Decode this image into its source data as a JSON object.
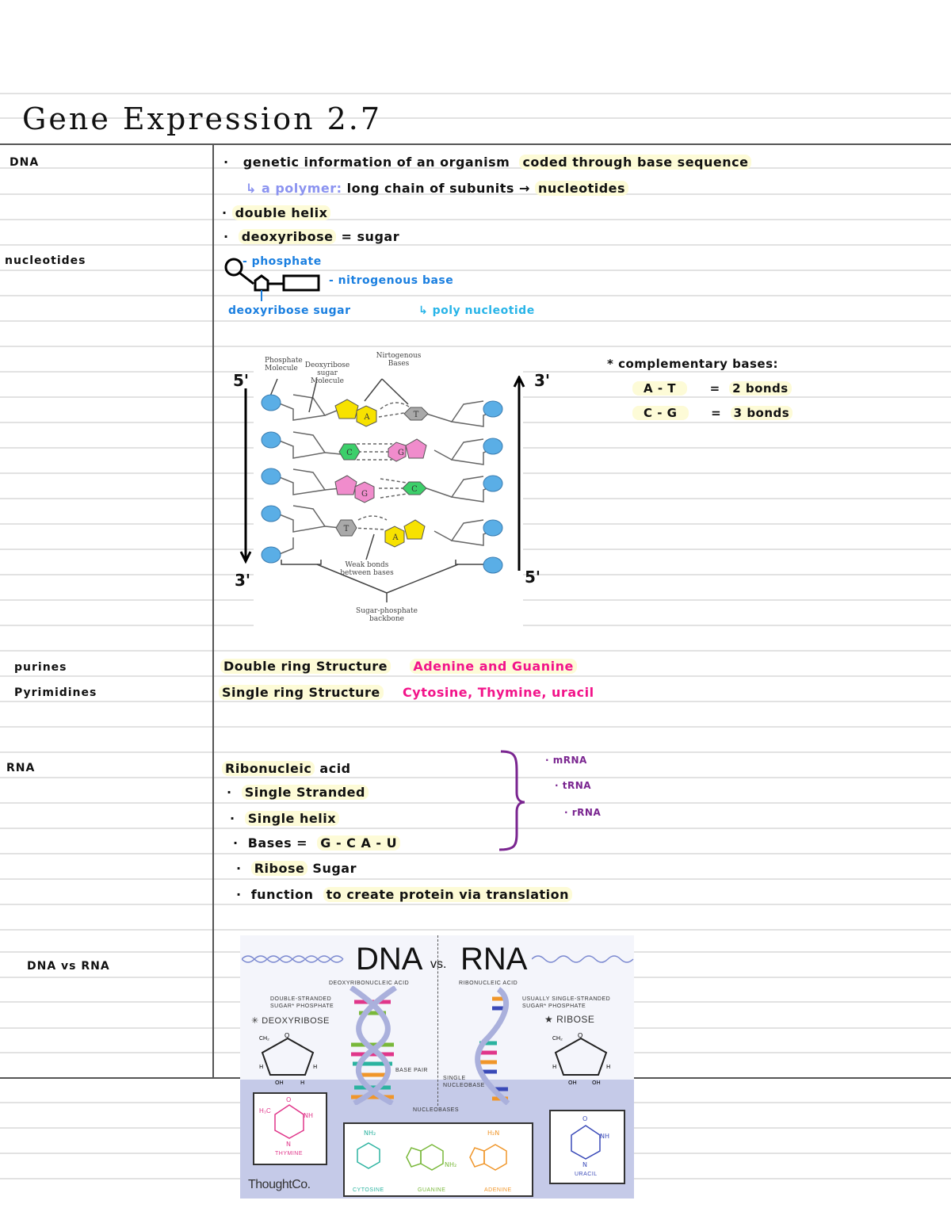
{
  "page": {
    "title": "Gene Expression 2.7"
  },
  "sections": {
    "dna": {
      "cue": "DNA",
      "lines": [
        {
          "bullet": "·",
          "text": "genetic information of an organism",
          "highlight": "coded through base sequence"
        },
        {
          "prefix": "↳ a polymer:",
          "text": "long chain of subunits →",
          "highlight": "nucleotides"
        },
        {
          "bullet": "·",
          "highlight": "double helix"
        },
        {
          "bullet": "·",
          "highlight": "deoxyribose",
          "text": "= sugar"
        }
      ]
    },
    "nucleotides": {
      "cue": "nucleotides",
      "sketch_labels": {
        "phosphate": "- phosphate",
        "base": "- nitrogenous base",
        "sugar": "deoxyribose sugar",
        "poly": "↳ poly nucleotide"
      }
    },
    "dna_diagram": {
      "labels": {
        "phosphate_molecule": "Phosphate Molecule",
        "deoxyribose": "Deoxyribose sugar Molecule",
        "nitrogenous_bases": "Nirtogenous Bases",
        "weak_bonds": "Weak bonds between bases",
        "backbone": "Sugar-phosphate backbone"
      },
      "strand_left_top": "5'",
      "strand_left_bottom": "3'",
      "strand_right_top": "3'",
      "strand_right_bottom": "5'",
      "pairs": [
        {
          "left": "A",
          "right": "T"
        },
        {
          "left": "C",
          "right": "G"
        },
        {
          "left": "G",
          "right": "C"
        },
        {
          "left": "T",
          "right": "A"
        }
      ],
      "colors": {
        "A": "#f7e200",
        "T": "#a9a9a9",
        "C": "#3ccf6a",
        "G": "#f08ccc",
        "phosphate": "#5aaee6"
      }
    },
    "complementary": {
      "heading": "* complementary bases:",
      "rows": [
        {
          "pair": "A - T",
          "eq": "=",
          "bonds": "2 bonds"
        },
        {
          "pair": "C - G",
          "eq": "=",
          "bonds": "3 bonds"
        }
      ]
    },
    "purines": {
      "cue": "purines",
      "structure": "Double ring Structure",
      "examples": "Adenine and Guanine"
    },
    "pyrimidines": {
      "cue": "Pyrimidines",
      "structure": "Single ring Structure",
      "examples": "Cytosine, Thymine, uracil"
    },
    "rna": {
      "cue": "RNA",
      "lines": [
        {
          "highlight": "Ribonucleic",
          "text": "acid"
        },
        {
          "bullet": "·",
          "highlight": "Single Stranded"
        },
        {
          "bullet": "·",
          "highlight": "Single helix"
        },
        {
          "bullet": "·",
          "text": "Bases =",
          "highlight": "G - C   A - U"
        },
        {
          "bullet": "·",
          "highlight": "Ribose",
          "text": "Sugar"
        },
        {
          "bullet": "·",
          "text": "function",
          "highlight": "to create protein via translation"
        }
      ],
      "types": [
        "· mRNA",
        "· tRNA",
        "· rRNA"
      ]
    },
    "dna_vs_rna": {
      "cue": "DNA vs RNA",
      "infographic": {
        "title_left": "DNA",
        "vs": "vs.",
        "title_right": "RNA",
        "dna_sub": "DEOXYRIBONUCLEIC ACID",
        "rna_sub": "RIBONUCLEIC ACID",
        "dna_strand": "DOUBLE-STRANDED SUGAR* PHOSPHATE",
        "rna_strand": "USUALLY SINGLE-STRANDED SUGAR* PHOSPHATE",
        "dna_sugar": "✳ DEOXYRIBOSE",
        "rna_sugar": "★ RIBOSE",
        "base_pair": "BASE PAIR",
        "single_nucleobase": "SINGLE NUCLEOBASE",
        "nucleobases": "NUCLEOBASES",
        "thymine": "THYMINE",
        "cytosine": "CYTOSINE",
        "guanine": "GUANINE",
        "adenine": "ADENINE",
        "uracil": "URACIL",
        "brand": "ThoughtCo.",
        "colors": {
          "thymine": "#e0368a",
          "cytosine": "#2bb3a0",
          "guanine": "#79b83a",
          "adenine": "#f0962a",
          "uracil": "#3a4ab8",
          "helix": "#aab0dc"
        }
      }
    }
  }
}
